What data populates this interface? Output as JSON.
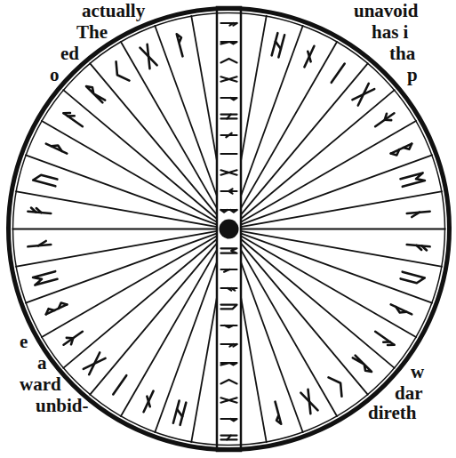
{
  "diagram": {
    "labels": [
      "actually",
      "unavoid",
      "The",
      "has i",
      "ed",
      "tha",
      "o",
      "p",
      "e",
      "w",
      "a",
      "dar",
      "ward",
      "direth",
      "unbid-"
    ]
  }
}
